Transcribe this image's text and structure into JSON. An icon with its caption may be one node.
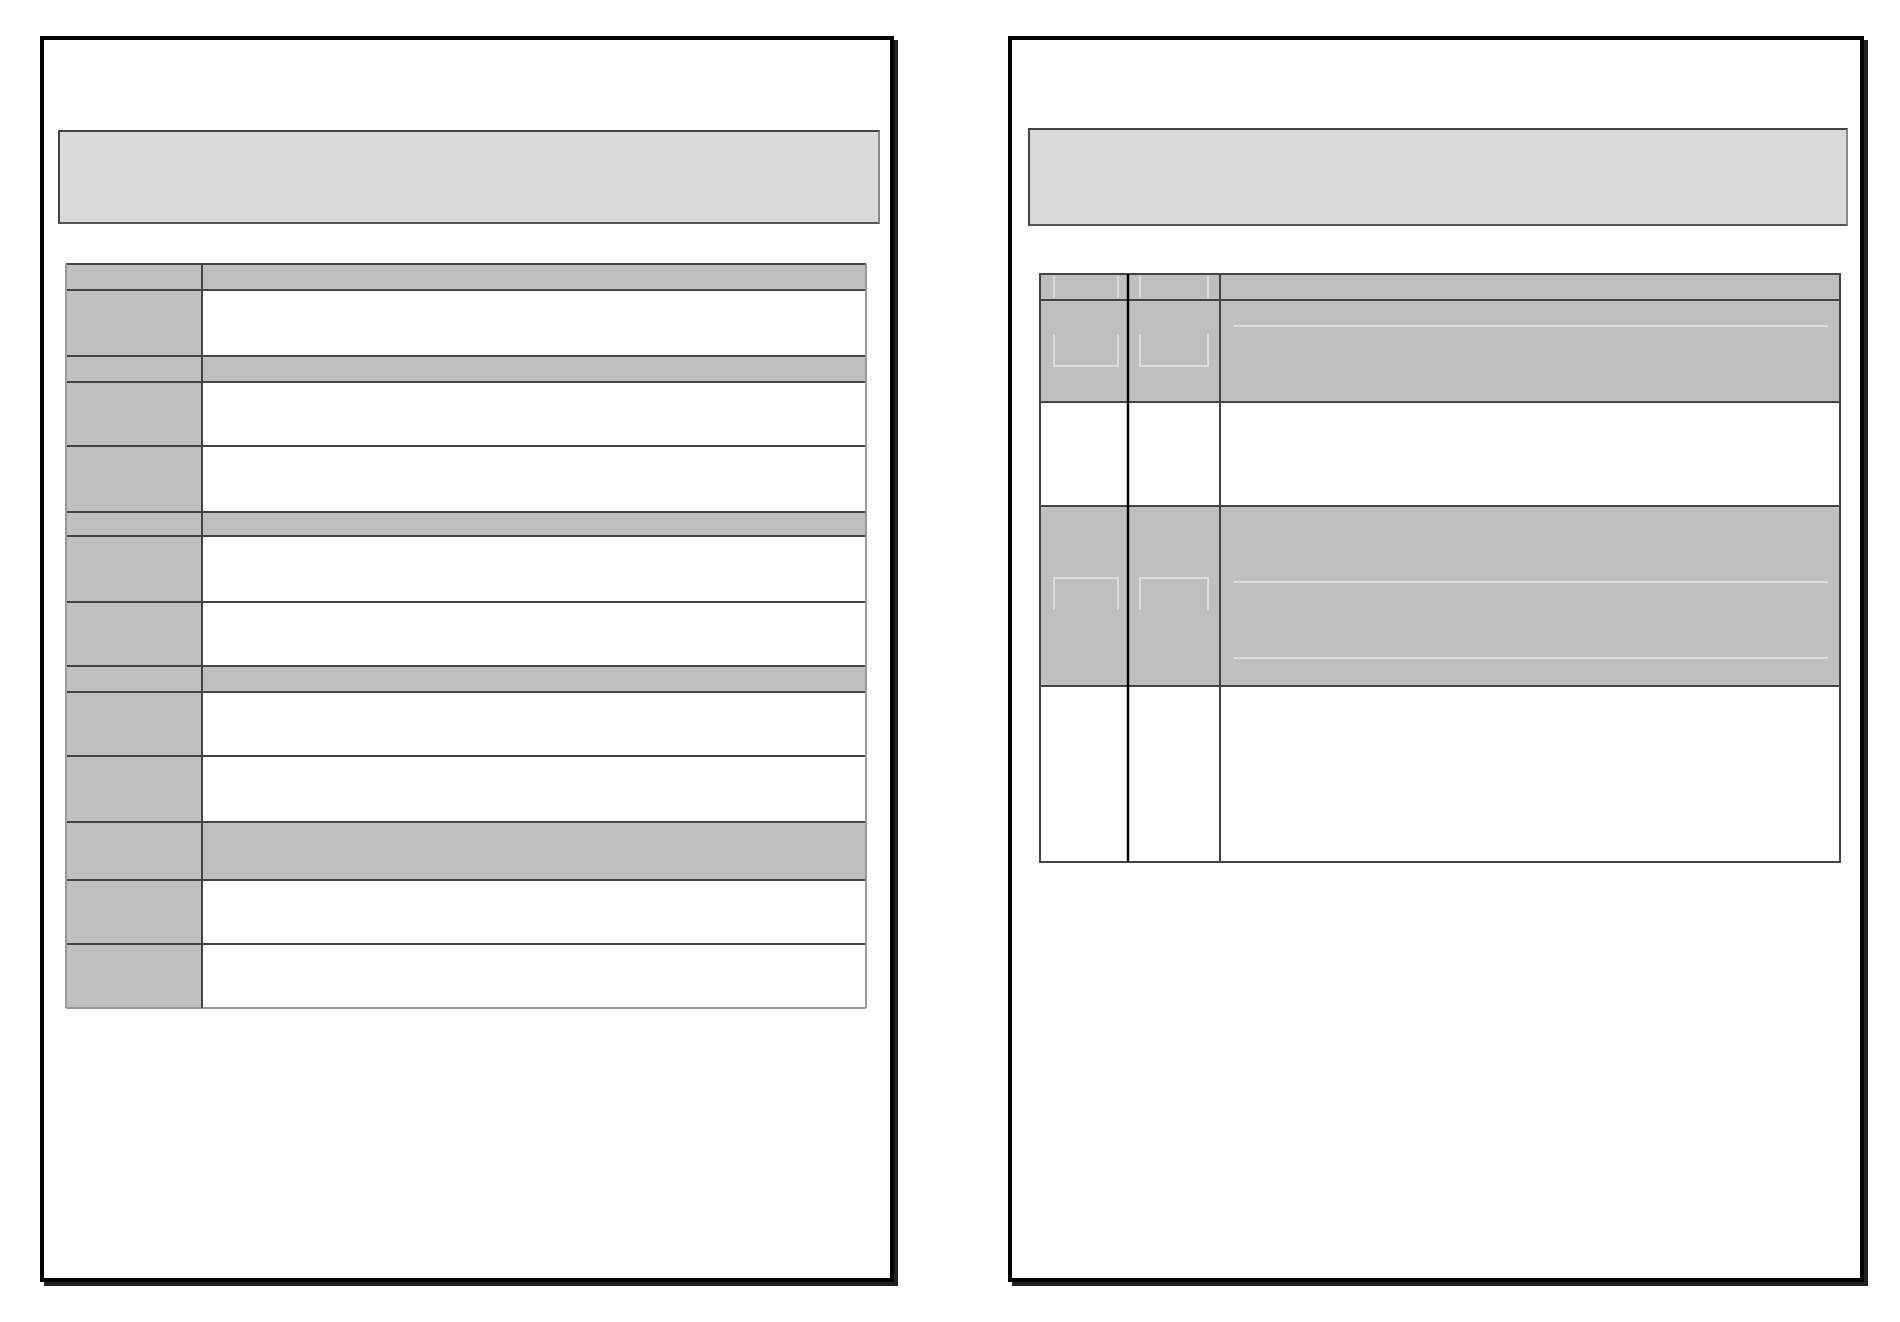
{
  "diagram": {
    "nodes": [
      {
        "text": [],
        "shape": "box"
      },
      {
        "text": [],
        "shape": "box",
        "in": 0
      },
      {
        "text": [],
        "shape": "box",
        "in": 0
      },
      {
        "text": [],
        "shape": "box"
      },
      {
        "text": [],
        "shape": "box",
        "in": 3
      },
      {
        "text": [],
        "shape": "box",
        "in": 3
      }
    ]
  }
}
